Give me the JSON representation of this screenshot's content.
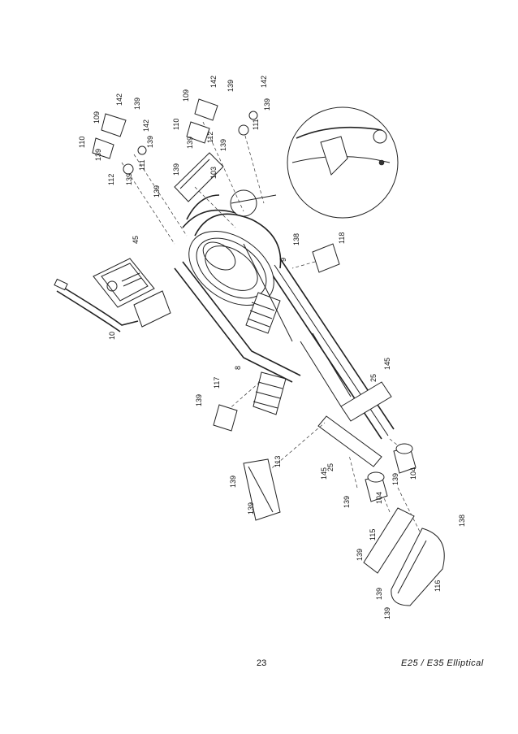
{
  "page_number": "23",
  "footer_title": "E25 / E35 Elliptical",
  "part_labels": [
    {
      "id": "p109a",
      "text": "109"
    },
    {
      "id": "p142a",
      "text": "142"
    },
    {
      "id": "p139a",
      "text": "139"
    },
    {
      "id": "p110a",
      "text": "110"
    },
    {
      "id": "p139b",
      "text": "139"
    },
    {
      "id": "p142b",
      "text": "142"
    },
    {
      "id": "p139c",
      "text": "139"
    },
    {
      "id": "p111a",
      "text": "111"
    },
    {
      "id": "p112a",
      "text": "112"
    },
    {
      "id": "p139d",
      "text": "139"
    },
    {
      "id": "p109b",
      "text": "109"
    },
    {
      "id": "p142c",
      "text": "142"
    },
    {
      "id": "p139e",
      "text": "139"
    },
    {
      "id": "p142d",
      "text": "142"
    },
    {
      "id": "p139f",
      "text": "139"
    },
    {
      "id": "p110b",
      "text": "110"
    },
    {
      "id": "p139g",
      "text": "139"
    },
    {
      "id": "p112b",
      "text": "112"
    },
    {
      "id": "p139h",
      "text": "139"
    },
    {
      "id": "p111b",
      "text": "111"
    },
    {
      "id": "p139i",
      "text": "139"
    },
    {
      "id": "p103",
      "text": "103"
    },
    {
      "id": "p139j",
      "text": "139"
    },
    {
      "id": "p45",
      "text": "45"
    },
    {
      "id": "p10",
      "text": "10"
    },
    {
      "id": "p138",
      "text": "138"
    },
    {
      "id": "p118",
      "text": "118"
    },
    {
      "id": "p9",
      "text": "9"
    },
    {
      "id": "p8",
      "text": "8"
    },
    {
      "id": "p139k",
      "text": "139"
    },
    {
      "id": "p117",
      "text": "117"
    },
    {
      "id": "p25a",
      "text": "25"
    },
    {
      "id": "p145a",
      "text": "145"
    },
    {
      "id": "p113",
      "text": "113"
    },
    {
      "id": "p139l",
      "text": "139"
    },
    {
      "id": "p139m",
      "text": "139"
    },
    {
      "id": "p145b",
      "text": "145"
    },
    {
      "id": "p25b",
      "text": "25"
    },
    {
      "id": "p139n",
      "text": "139"
    },
    {
      "id": "p104a",
      "text": "104"
    },
    {
      "id": "p139o",
      "text": "139"
    },
    {
      "id": "p104b",
      "text": "104"
    },
    {
      "id": "p138b",
      "text": "138"
    },
    {
      "id": "p115",
      "text": "115"
    },
    {
      "id": "p139p",
      "text": "139"
    },
    {
      "id": "p139q",
      "text": "139"
    },
    {
      "id": "p139r",
      "text": "139"
    },
    {
      "id": "p116",
      "text": "116"
    }
  ]
}
